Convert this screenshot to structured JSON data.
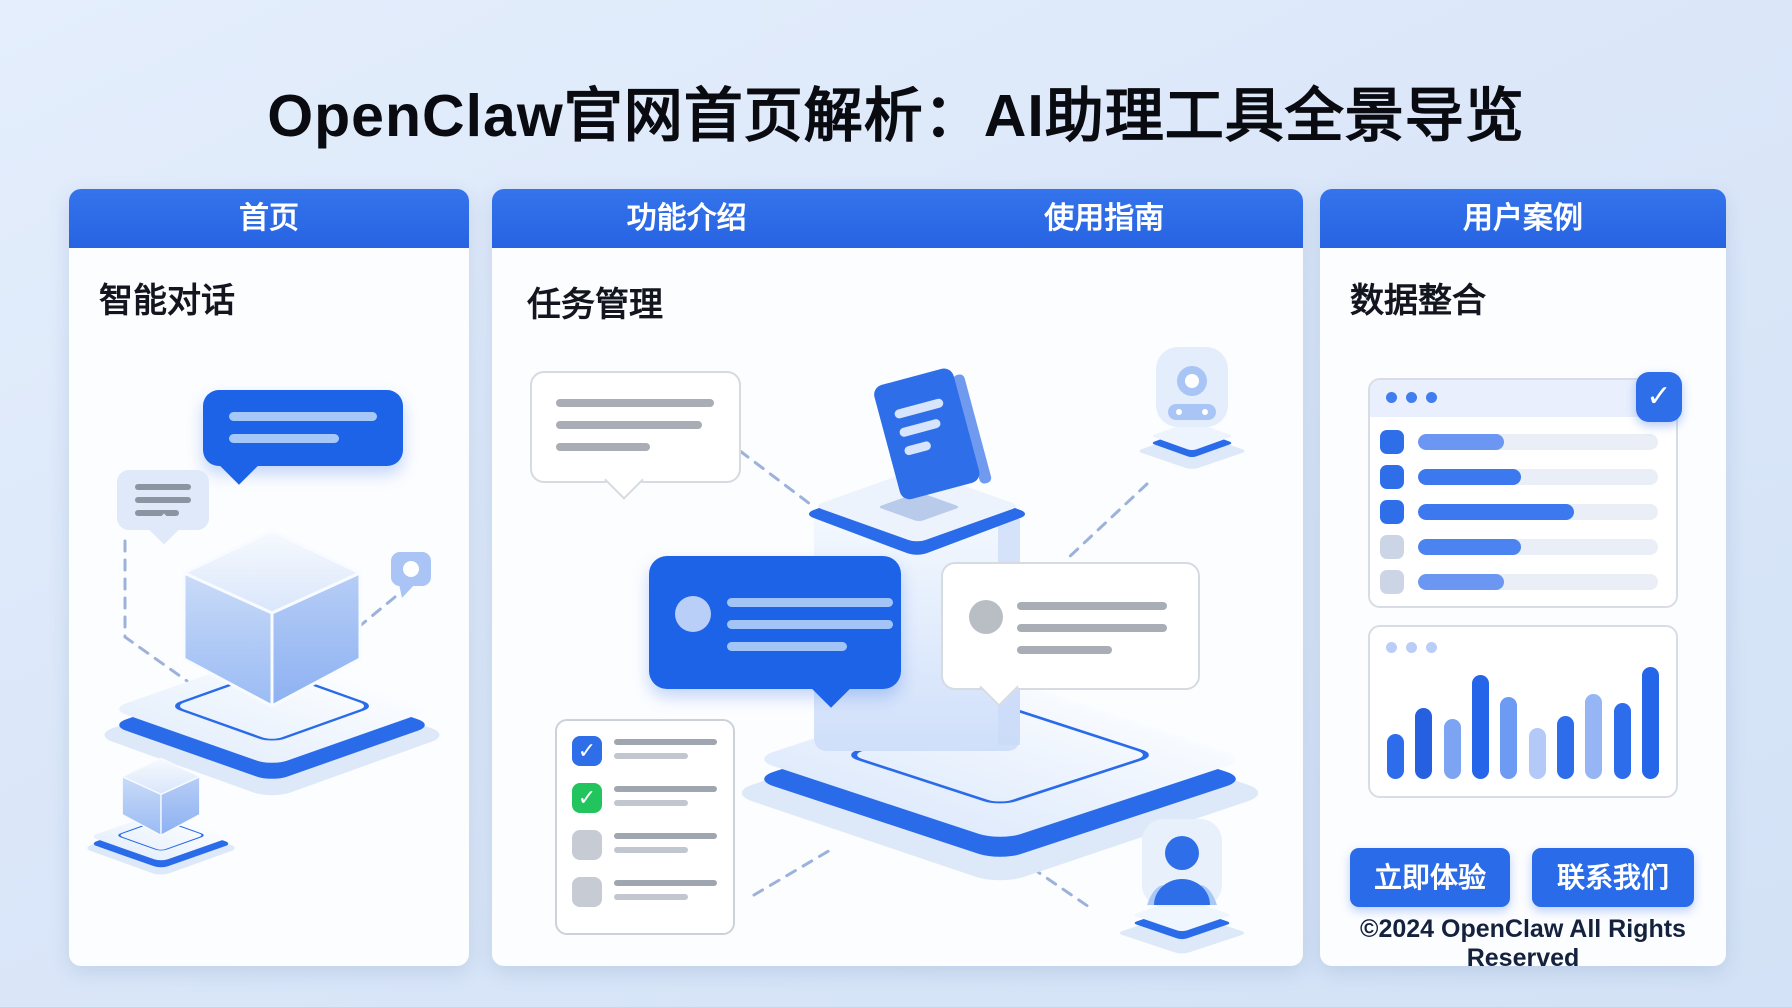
{
  "page": {
    "title": "OpenClaw官网首页解析：AI助理工具全景导览"
  },
  "tabs": {
    "home": "首页",
    "features": "功能介绍",
    "guide": "使用指南",
    "cases": "用户案例"
  },
  "sections": {
    "home_feature": "智能对话",
    "features_feature": "任务管理",
    "cases_feature": "数据整合"
  },
  "checklist": {
    "items": [
      {
        "icon": "✓",
        "color": "#2f6ee9"
      },
      {
        "icon": "✓",
        "color": "#22c45e"
      },
      {
        "icon": "",
        "color": "#c6cbd4"
      },
      {
        "icon": "",
        "color": "#c6cbd4"
      }
    ]
  },
  "task_list": {
    "badge_icon": "✓",
    "rows": [
      {
        "checkbox_color": "#2f6ee9",
        "fill_pct": 36,
        "fill_color": "#6b97f3"
      },
      {
        "checkbox_color": "#2f6ee9",
        "fill_pct": 43,
        "fill_color": "#3c79ef"
      },
      {
        "checkbox_color": "#2f6ee9",
        "fill_pct": 65,
        "fill_color": "#3c79ef"
      },
      {
        "checkbox_color": "#ccd5e6",
        "fill_pct": 43,
        "fill_color": "#4b84f1"
      },
      {
        "checkbox_color": "#ccd5e6",
        "fill_pct": 36,
        "fill_color": "#6b97f3"
      }
    ]
  },
  "chart_data": {
    "type": "bar",
    "values": [
      45,
      71,
      60,
      104,
      82,
      51,
      63,
      85,
      76,
      112
    ],
    "colors": [
      "#2d6cea",
      "#2460e0",
      "#7da4f3",
      "#2465e9",
      "#6d9af2",
      "#b3c9f8",
      "#2d6cea",
      "#96b5f5",
      "#2d6cea",
      "#2465e9"
    ],
    "title": "",
    "xlabel": "",
    "ylabel": ""
  },
  "cta": {
    "primary": "立即体验",
    "secondary": "联系我们"
  },
  "footer": {
    "copyright": "©2024 OpenClaw All Rights Reserved"
  },
  "colors": {
    "accent": "#2a6be9",
    "bubble_blue": "#1d63e7",
    "green": "#22c45e",
    "header_blue": "#2c6de9"
  }
}
